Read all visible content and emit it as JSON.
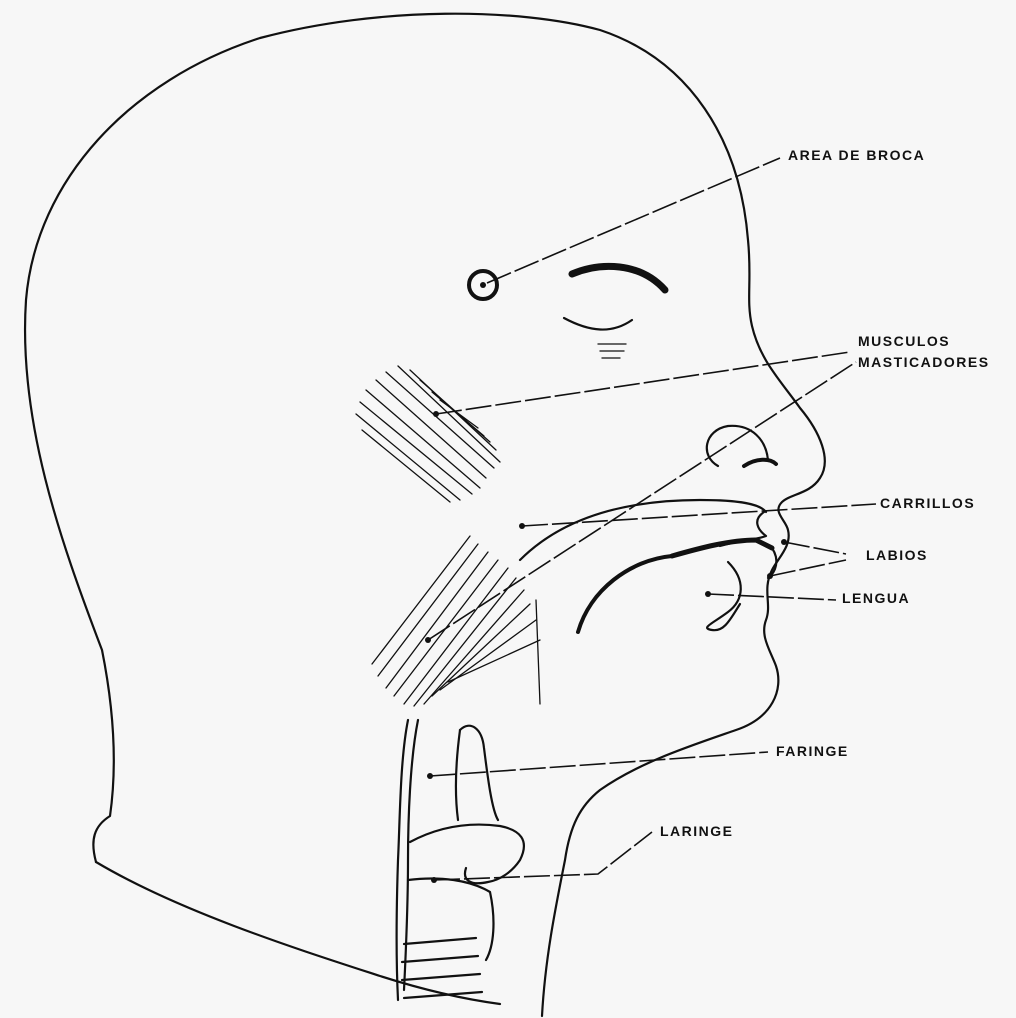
{
  "labels": {
    "area_broca": "AREA DE BROCA",
    "musculos_line1": "MUSCULOS",
    "musculos_line2": "MASTICADORES",
    "carrillos": "CARRILLOS",
    "labios": "LABIOS",
    "lengua": "LENGUA",
    "faringe": "FARINGE",
    "laringe": "LARINGE"
  },
  "colors": {
    "ink": "#111111",
    "background": "#f7f7f7"
  }
}
